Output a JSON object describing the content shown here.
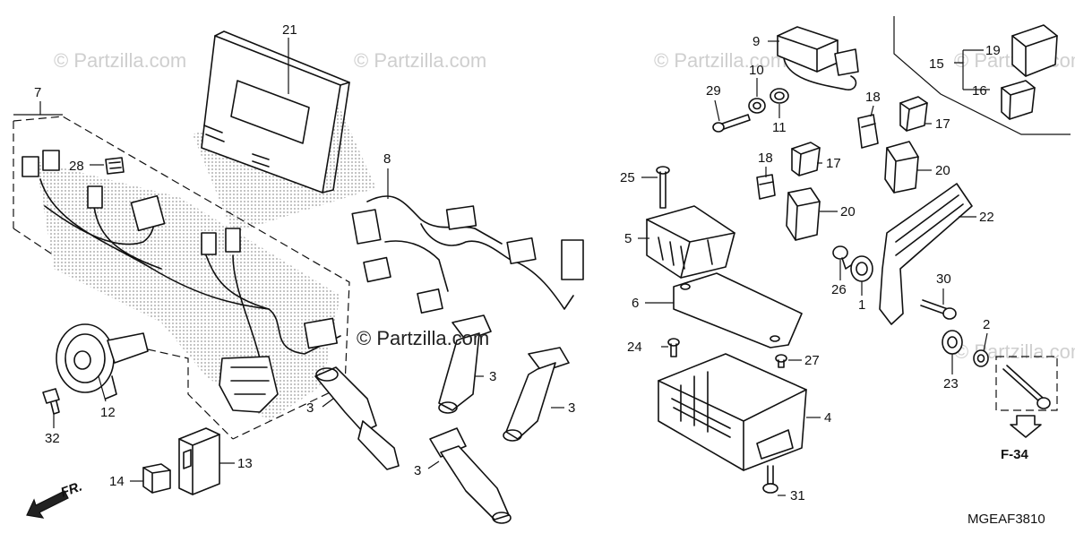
{
  "watermarks": {
    "main": "© Partzilla.com",
    "faint": "© Partzilla.com"
  },
  "diagram_code": "MGEAF3810",
  "reference": {
    "label": "F-34"
  },
  "front_indicator": {
    "label": "FR."
  },
  "callouts": [
    "1",
    "2",
    "3",
    "4",
    "5",
    "6",
    "7",
    "8",
    "9",
    "10",
    "11",
    "12",
    "13",
    "14",
    "15",
    "16",
    "17",
    "18",
    "19",
    "20",
    "21",
    "22",
    "23",
    "24",
    "25",
    "26",
    "27",
    "28",
    "29",
    "30",
    "31",
    "32"
  ],
  "colors": {
    "line": "#111111",
    "dot_shade": "#999999",
    "watermark": "#cfcfcf"
  }
}
